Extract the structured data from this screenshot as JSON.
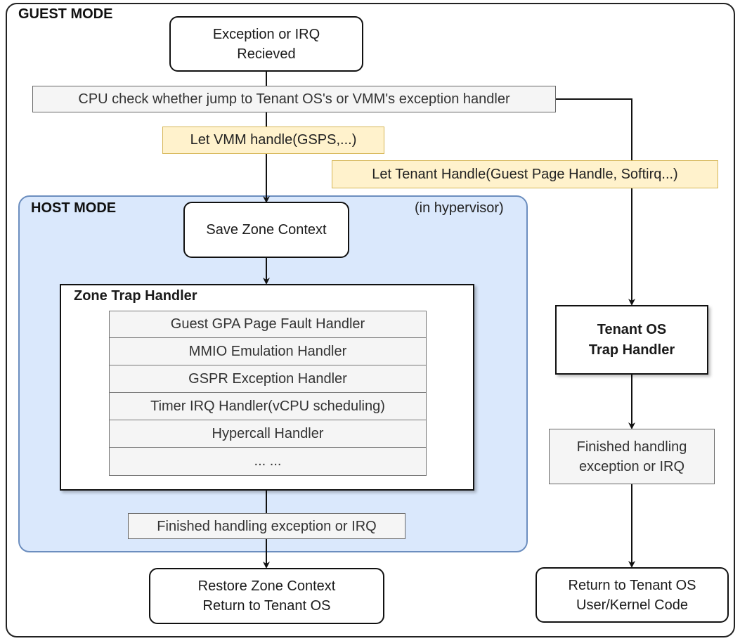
{
  "guest_mode": {
    "title": "GUEST MODE"
  },
  "host_mode": {
    "title": "HOST MODE",
    "note": "(in hypervisor)"
  },
  "nodes": {
    "exception_received": [
      "Exception or IRQ",
      "Recieved"
    ],
    "cpu_check": "CPU check whether jump to Tenant OS's or VMM's exception handler",
    "let_vmm": "Let VMM handle(GSPS,...)",
    "let_tenant": "Let Tenant Handle(Guest Page Handle, Softirq...)",
    "save_context": "Save Zone Context",
    "zone_trap_handler": {
      "title": "Zone Trap Handler",
      "handlers": [
        "Guest GPA Page Fault Handler",
        "MMIO Emulation Handler",
        "GSPR Exception Handler",
        "Timer IRQ Handler(vCPU scheduling)",
        "Hypercall Handler",
        "... ..."
      ]
    },
    "host_finished": "Finished handling exception or IRQ",
    "restore_context": [
      "Restore Zone Context",
      "Return to Tenant OS"
    ],
    "tenant_trap_handler": [
      "Tenant OS",
      "Trap Handler"
    ],
    "tenant_finished": [
      "Finished handling",
      "exception or IRQ"
    ],
    "return_tenant": [
      "Return to Tenant OS",
      "User/Kernel Code"
    ]
  },
  "colors": {
    "host_fill": "#dae8fc",
    "host_border": "#6c8ebf",
    "yellow_fill": "#fff2cc",
    "yellow_border": "#d6b656",
    "gray_fill": "#f5f5f5",
    "gray_border": "#666666"
  }
}
